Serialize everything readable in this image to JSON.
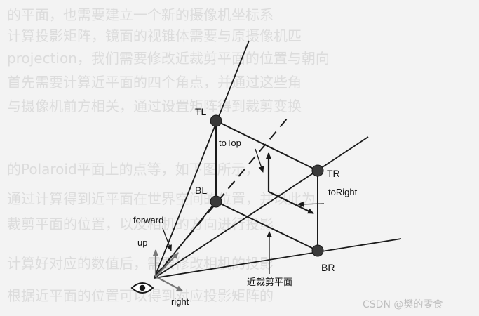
{
  "background_text": {
    "lines": [
      "的平面，也需要建立一个新的摄像机坐标系",
      "计算投影矩阵，镜面的视锥体需要与原摄像机匹",
      "projection，我们需要修改近裁剪平面的位置与朝向",
      "首先需要计算近平面的四个角点，并通过这些角",
      "与摄像机前方相关，通过设置矩阵得到裁剪变换",
      "的Polaroid平面上的点等，如下图所示，",
      "通过计算得到近平面在世界空间的位置，并以此为",
      "裁剪平面的位置，以及相机的方向进行投影",
      "计算好对应的数值后，需要修改相机的投影",
      "根据近平面的位置可以得到对应投影矩阵的"
    ]
  },
  "labels": {
    "tl": "TL",
    "tr": "TR",
    "bl": "BL",
    "br": "BR",
    "to_top": "toTop",
    "to_right": "toRight",
    "forward": "forward",
    "up": "up",
    "right": "right",
    "near_plane": "近裁剪平面"
  },
  "watermark": "CSDN @樊的零食",
  "colors": {
    "line": "#1a1a1a",
    "point": "#3a3a3a",
    "arrow_gray": "#7a7a7a",
    "background": "#f3f3f3"
  }
}
